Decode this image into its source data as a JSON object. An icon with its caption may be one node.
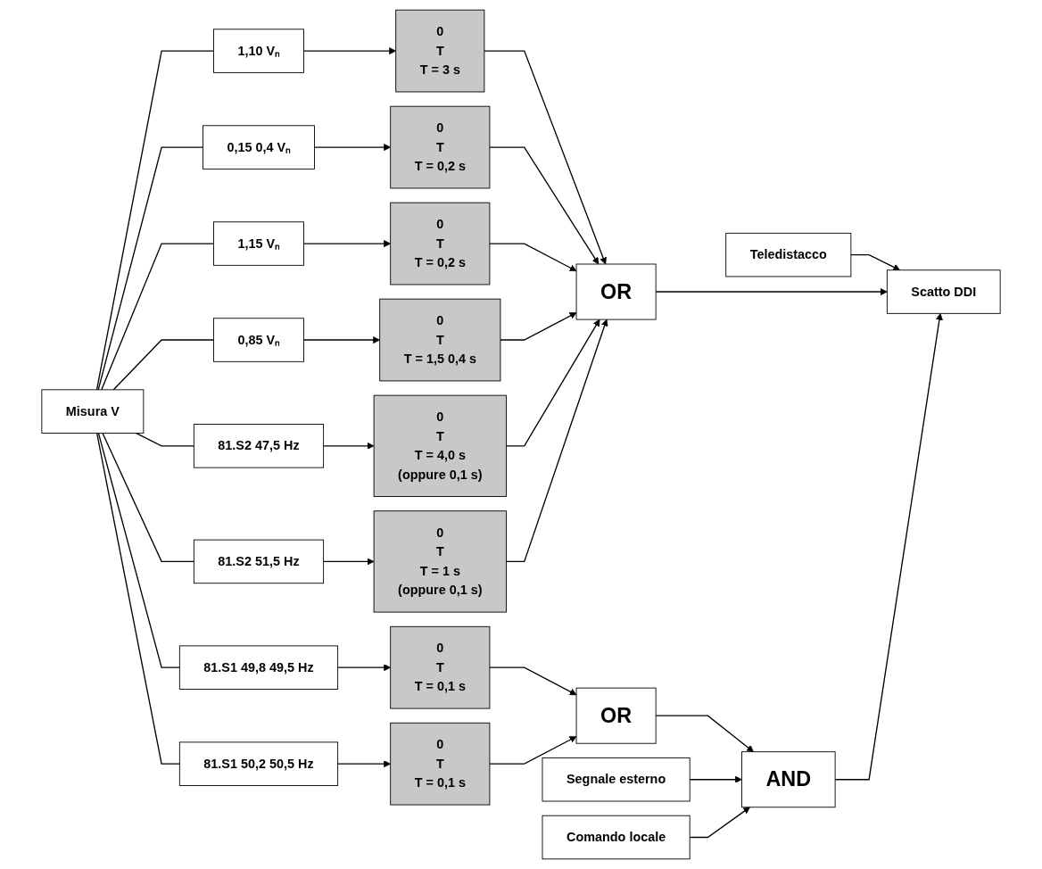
{
  "diagram": {
    "nodes": [
      {
        "text": [
          "Teledistacco"
        ]
      },
      {
        "text": [
          "Misura V"
        ]
      },
      {
        "text": [
          "1,10 Vₙ"
        ]
      },
      {
        "text": [
          "0",
          "T",
          "T = 3 s"
        ]
      },
      {
        "text": [
          "0,15 0,4 Vₙ"
        ]
      },
      {
        "text": [
          "0",
          "T",
          "T = 0,2 s"
        ]
      },
      {
        "text": [
          "1,15 Vₙ"
        ]
      },
      {
        "text": [
          "0",
          "T",
          "T = 0,2 s"
        ]
      },
      {
        "text": [
          "0,85 Vₙ"
        ]
      },
      {
        "text": [
          "0",
          "T",
          "T = 1,5 0,4 s"
        ]
      },
      {
        "text": [
          "81.S2 47,5 Hz"
        ]
      },
      {
        "text": [
          "0",
          "T",
          "T = 4,0 s",
          "(oppure 0,1 s)"
        ]
      },
      {
        "text": [
          "81.S2 51,5 Hz"
        ]
      },
      {
        "text": [
          "0",
          "T",
          "T = 1 s",
          "(oppure 0,1 s)"
        ]
      },
      {
        "text": [
          "81.S1 49,8 49,5 Hz"
        ]
      },
      {
        "text": [
          "0",
          "T",
          "T = 0,1 s"
        ]
      },
      {
        "text": [
          "81.S1 50,2 50,5 Hz"
        ]
      },
      {
        "text": [
          "0",
          "T",
          "T = 0,1 s"
        ]
      },
      {
        "text": [
          "OR"
        ]
      },
      {
        "text": [
          "OR"
        ]
      },
      {
        "text": [
          "AND"
        ]
      },
      {
        "text": [
          "Scatto DDI"
        ]
      },
      {
        "text": [
          "Segnale esterno"
        ]
      },
      {
        "text": [
          "Comando locale"
        ]
      }
    ],
    "edges": [
      {
        "from": 0,
        "to": 21,
        "arrow": "to"
      },
      {
        "from": 1,
        "to": 2,
        "arrow": "none"
      },
      {
        "from": 1,
        "to": 4,
        "arrow": "none"
      },
      {
        "from": 1,
        "to": 6,
        "arrow": "none"
      },
      {
        "from": 1,
        "to": 8,
        "arrow": "none"
      },
      {
        "from": 1,
        "to": 10,
        "arrow": "none"
      },
      {
        "from": 1,
        "to": 12,
        "arrow": "none"
      },
      {
        "from": 1,
        "to": 14,
        "arrow": "none"
      },
      {
        "from": 1,
        "to": 16,
        "arrow": "none"
      },
      {
        "from": 2,
        "to": 3,
        "arrow": "to"
      },
      {
        "from": 4,
        "to": 5,
        "arrow": "to"
      },
      {
        "from": 6,
        "to": 7,
        "arrow": "to"
      },
      {
        "from": 8,
        "to": 9,
        "arrow": "to"
      },
      {
        "from": 10,
        "to": 11,
        "arrow": "to"
      },
      {
        "from": 12,
        "to": 13,
        "arrow": "to"
      },
      {
        "from": 14,
        "to": 15,
        "arrow": "to"
      },
      {
        "from": 16,
        "to": 17,
        "arrow": "to"
      },
      {
        "from": 3,
        "to": 18,
        "arrow": "to"
      },
      {
        "from": 5,
        "to": 18,
        "arrow": "to"
      },
      {
        "from": 7,
        "to": 18,
        "arrow": "to"
      },
      {
        "from": 9,
        "to": 18,
        "arrow": "to"
      },
      {
        "from": 11,
        "to": 18,
        "arrow": "to"
      },
      {
        "from": 13,
        "to": 18,
        "arrow": "to"
      },
      {
        "from": 15,
        "to": 19,
        "arrow": "to"
      },
      {
        "from": 17,
        "to": 19,
        "arrow": "to"
      },
      {
        "from": 19,
        "to": 20,
        "arrow": "to"
      },
      {
        "from": 22,
        "to": 20,
        "arrow": "to"
      },
      {
        "from": 23,
        "to": 20,
        "arrow": "to"
      },
      {
        "from": 18,
        "to": 21,
        "arrow": "to"
      },
      {
        "from": 20,
        "to": 21,
        "arrow": "to"
      }
    ]
  }
}
